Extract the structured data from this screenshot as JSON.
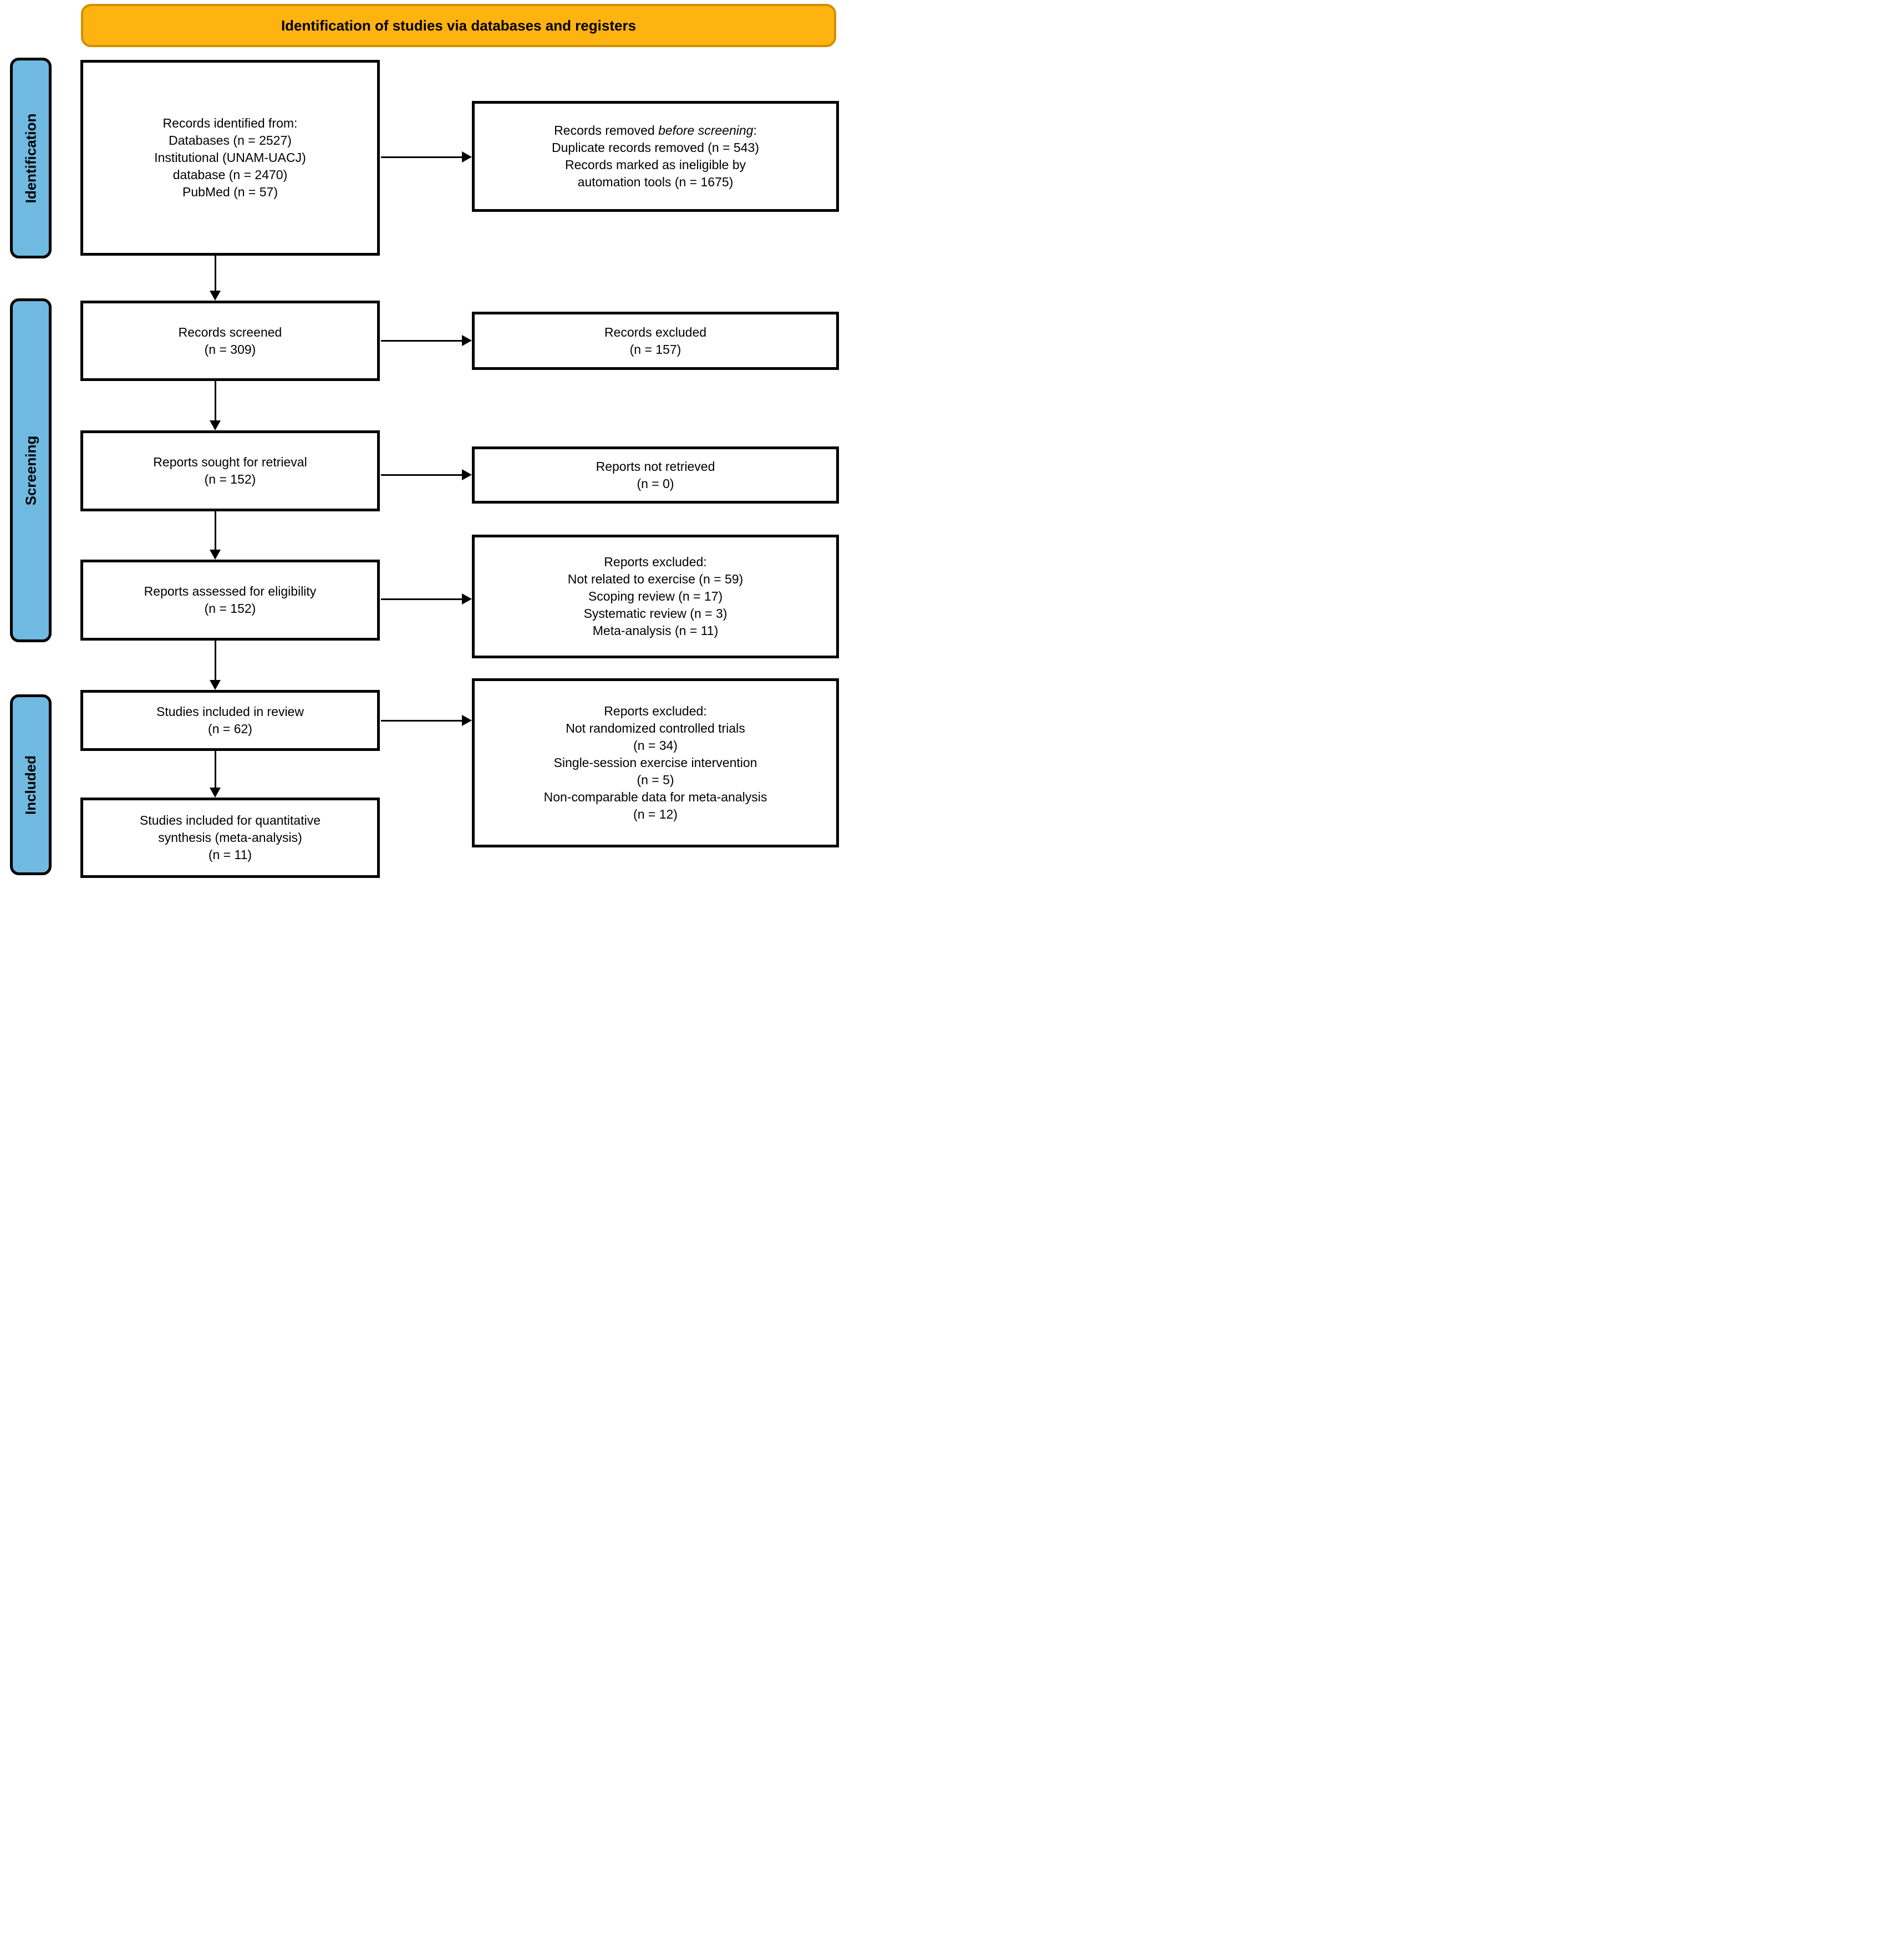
{
  "banner": {
    "title": "Identification of studies via databases and registers",
    "fill_color": "#FFB311",
    "border_color": "#D28E00"
  },
  "sidebar": {
    "fill_color": "#70BAE2",
    "labels": [
      "Identification",
      "Screening",
      "Included"
    ]
  },
  "flow": {
    "left": [
      {
        "lines": [
          "Records identified from:",
          "Databases (n = 2527)",
          "Institutional (UNAM-UACJ)",
          "database (n = 2470)",
          "PubMed (n = 57)"
        ]
      },
      {
        "lines": [
          "Records screened",
          "(n = 309)"
        ]
      },
      {
        "lines": [
          "Reports sought for retrieval",
          "(n = 152)"
        ]
      },
      {
        "lines": [
          "Reports assessed for eligibility",
          "(n = 152)"
        ]
      },
      {
        "lines": [
          "Studies included in review",
          "(n = 62)"
        ]
      },
      {
        "lines": [
          "Studies included for quantitative",
          "synthesis (meta-analysis)",
          "(n = 11)"
        ]
      }
    ],
    "right": [
      {
        "line1_prefix": "Records removed ",
        "line1_italic": "before screening",
        "line1_suffix": ":",
        "lines": [
          "Duplicate records removed (n = 543)",
          "Records marked as ineligible by",
          "automation tools (n = 1675)"
        ]
      },
      {
        "lines": [
          "Records excluded",
          "(n = 157)"
        ]
      },
      {
        "lines": [
          "Reports not retrieved",
          "(n = 0)"
        ]
      },
      {
        "lines": [
          "Reports excluded:",
          "Not related to exercise (n = 59)",
          "Scoping review (n = 17)",
          "Systematic review (n = 3)",
          "Meta-analysis (n = 11)"
        ]
      },
      {
        "lines": [
          "Reports excluded:",
          "Not randomized controlled trials",
          "(n = 34)",
          "Single-session exercise intervention",
          "(n = 5)",
          "Non-comparable data for meta-analysis",
          "(n = 12)"
        ]
      }
    ]
  }
}
